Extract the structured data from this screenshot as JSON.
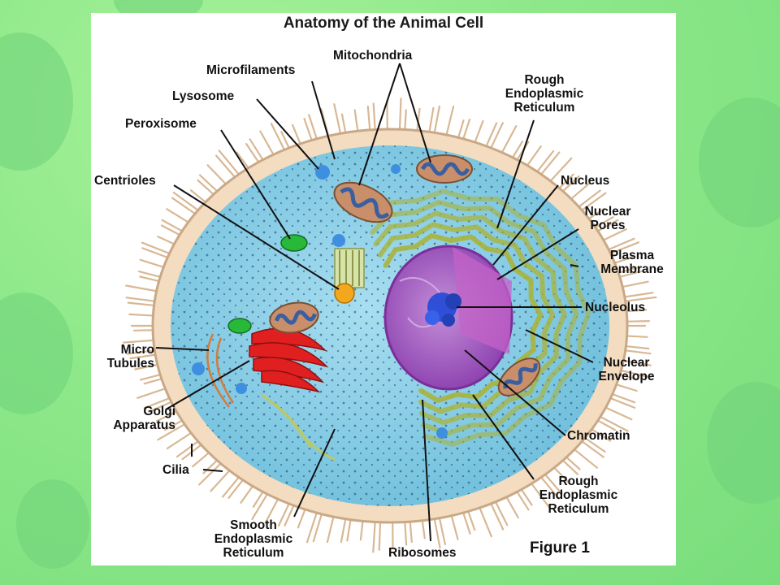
{
  "title": "Anatomy of the Animal Cell",
  "figure": "Figure 1",
  "labels": {
    "microfilaments": "Microfilaments",
    "mitochondria": "Mitochondria",
    "lysosome": "Lysosome",
    "peroxisome": "Peroxisome",
    "rough_er_top": [
      "Rough",
      "Endoplasmic",
      "Reticulum"
    ],
    "centrioles": "Centrioles",
    "nucleus": "Nucleus",
    "nuclear_pores": [
      "Nuclear",
      "Pores"
    ],
    "plasma_membrane": [
      "Plasma",
      "Membrane"
    ],
    "nucleolus": "Nucleolus",
    "micro_tubules": [
      "Micro",
      "Tubules"
    ],
    "nuclear_envelope": [
      "Nuclear",
      "Envelope"
    ],
    "golgi_apparatus": [
      "Golgi",
      "Apparatus"
    ],
    "chromatin": "Chromatin",
    "cilia": "Cilia",
    "rough_er_bottom": [
      "Rough",
      "Endoplasmic",
      "Reticulum"
    ],
    "smooth_er": [
      "Smooth",
      "Endoplasmic",
      "Reticulum"
    ],
    "ribosomes": "Ribosomes"
  },
  "colors": {
    "background": "#8fe98a",
    "cytoplasm": "#8fd0e6",
    "membrane": "#f3dcc0",
    "cilia": "#d8b894",
    "nucleus": "#a160bd",
    "nucleolus": "#2e4fd6",
    "golgi": "#e02020",
    "rough_er": "#a9b43c",
    "peroxisome": "#28b83a",
    "mitochondria": "#c98f6a",
    "centriole": "#f2a81c"
  }
}
